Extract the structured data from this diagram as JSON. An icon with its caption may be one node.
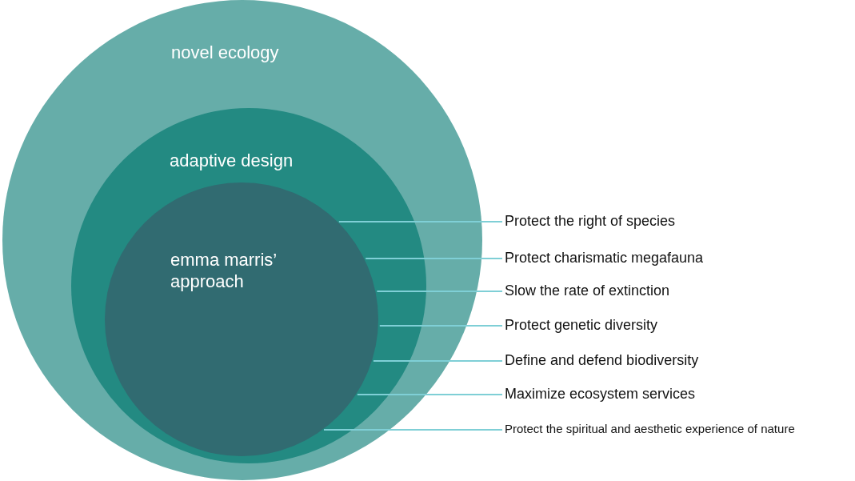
{
  "diagram": {
    "nodes": [
      {
        "text": [
          "novel ecology"
        ]
      },
      {
        "text": [
          "adaptive design"
        ],
        "in": 0
      },
      {
        "text": [
          "emma marris’ approach"
        ],
        "in": 1
      },
      {
        "text": [
          "Protect the right of species"
        ]
      },
      {
        "text": [
          "Protect charismatic megafauna"
        ]
      },
      {
        "text": [
          "Slow the rate of extinction"
        ]
      },
      {
        "text": [
          "Protect genetic diversity"
        ]
      },
      {
        "text": [
          "Define and defend biodiversity"
        ]
      },
      {
        "text": [
          "Maximize ecosystem services"
        ]
      },
      {
        "text": [
          "Protect the spiritual and aesthetic experience of nature"
        ]
      }
    ],
    "edges": [
      {
        "from": 3,
        "to": 2,
        "arrow": "none"
      },
      {
        "from": 4,
        "to": 2,
        "arrow": "none"
      },
      {
        "from": 5,
        "to": 2,
        "arrow": "none"
      },
      {
        "from": 6,
        "to": 2,
        "arrow": "none"
      },
      {
        "from": 7,
        "to": 2,
        "arrow": "none"
      },
      {
        "from": 8,
        "to": 2,
        "arrow": "none"
      },
      {
        "from": 9,
        "to": 2,
        "arrow": "none"
      }
    ]
  }
}
